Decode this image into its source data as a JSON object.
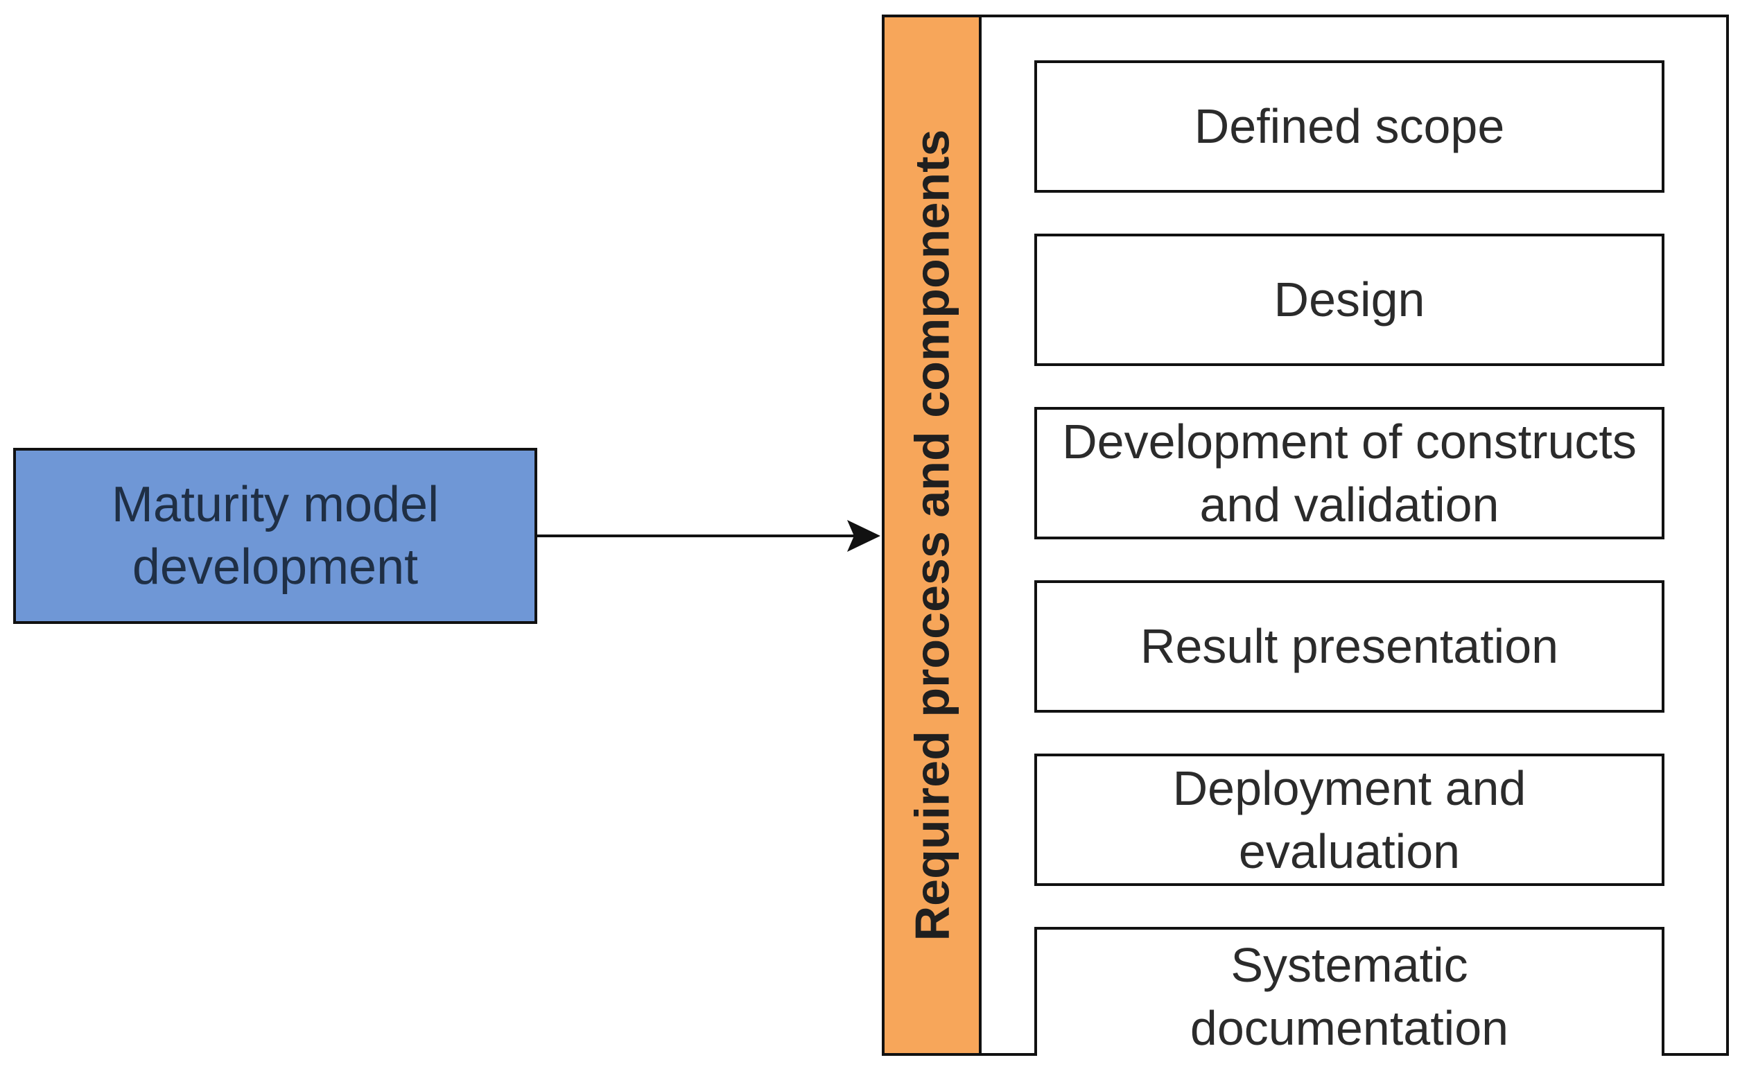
{
  "source": {
    "label": "Maturity model\ndevelopment"
  },
  "container": {
    "header": "Required process and components",
    "steps": [
      "Defined scope",
      "Design",
      "Development of constructs\nand validation",
      "Result presentation",
      "Deployment and\nevaluation",
      "Systematic\ndocumentation"
    ]
  },
  "colors": {
    "source_fill": "#6f97d6",
    "header_fill": "#f7a65a",
    "border": "#111111"
  }
}
